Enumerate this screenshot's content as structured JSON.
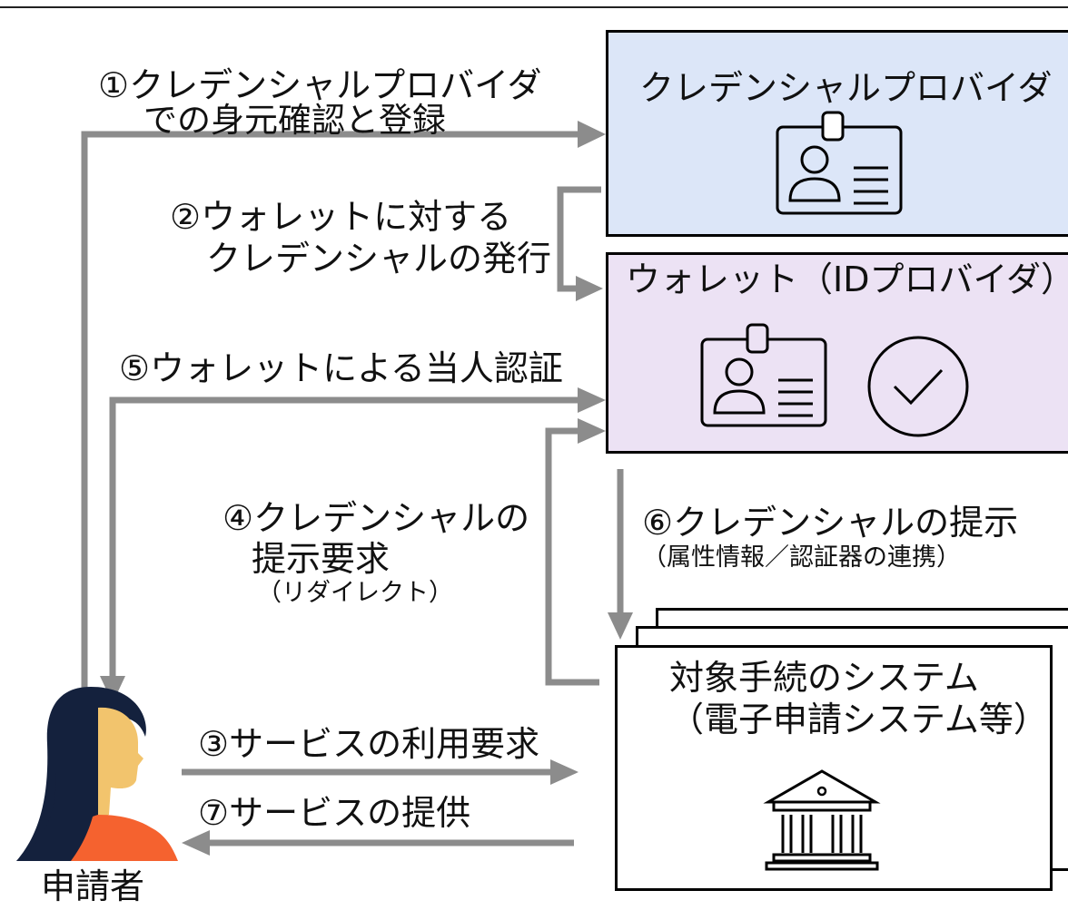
{
  "boxes": {
    "credential_provider": {
      "title": "クレデンシャルプロバイダ",
      "fill": "#dce6f8"
    },
    "wallet": {
      "title": "ウォレット（IDプロバイダ）",
      "fill": "#ece2f4"
    },
    "system": {
      "title": "対象手続のシステム",
      "subtitle": "（電子申請システム等）",
      "fill": "#ffffff"
    }
  },
  "steps": {
    "s1": {
      "line1": "①クレデンシャルプロバイダ",
      "line2": "での身元確認と登録"
    },
    "s2": {
      "line1": "②ウォレットに対する",
      "line2": "クレデンシャルの発行"
    },
    "s3": {
      "label": "③サービスの利用要求"
    },
    "s4": {
      "line1": "④クレデンシャルの",
      "line2": "提示要求",
      "note": "（リダイレクト）"
    },
    "s5": {
      "label": "⑤ウォレットによる当人認証"
    },
    "s6": {
      "line1": "⑥クレデンシャルの提示",
      "note": "（属性情報／認証器の連携）"
    },
    "s7": {
      "label": "⑦サービスの提供"
    }
  },
  "person": {
    "label": "申請者"
  },
  "icons": [
    "id-badge-icon",
    "checkmark-circle-icon",
    "government-building-icon",
    "applicant-person-icon"
  ],
  "colors": {
    "arrow": "#8c8c8c",
    "hair": "#14213d",
    "skin": "#f2c46d",
    "shirt": "#f5622f"
  }
}
